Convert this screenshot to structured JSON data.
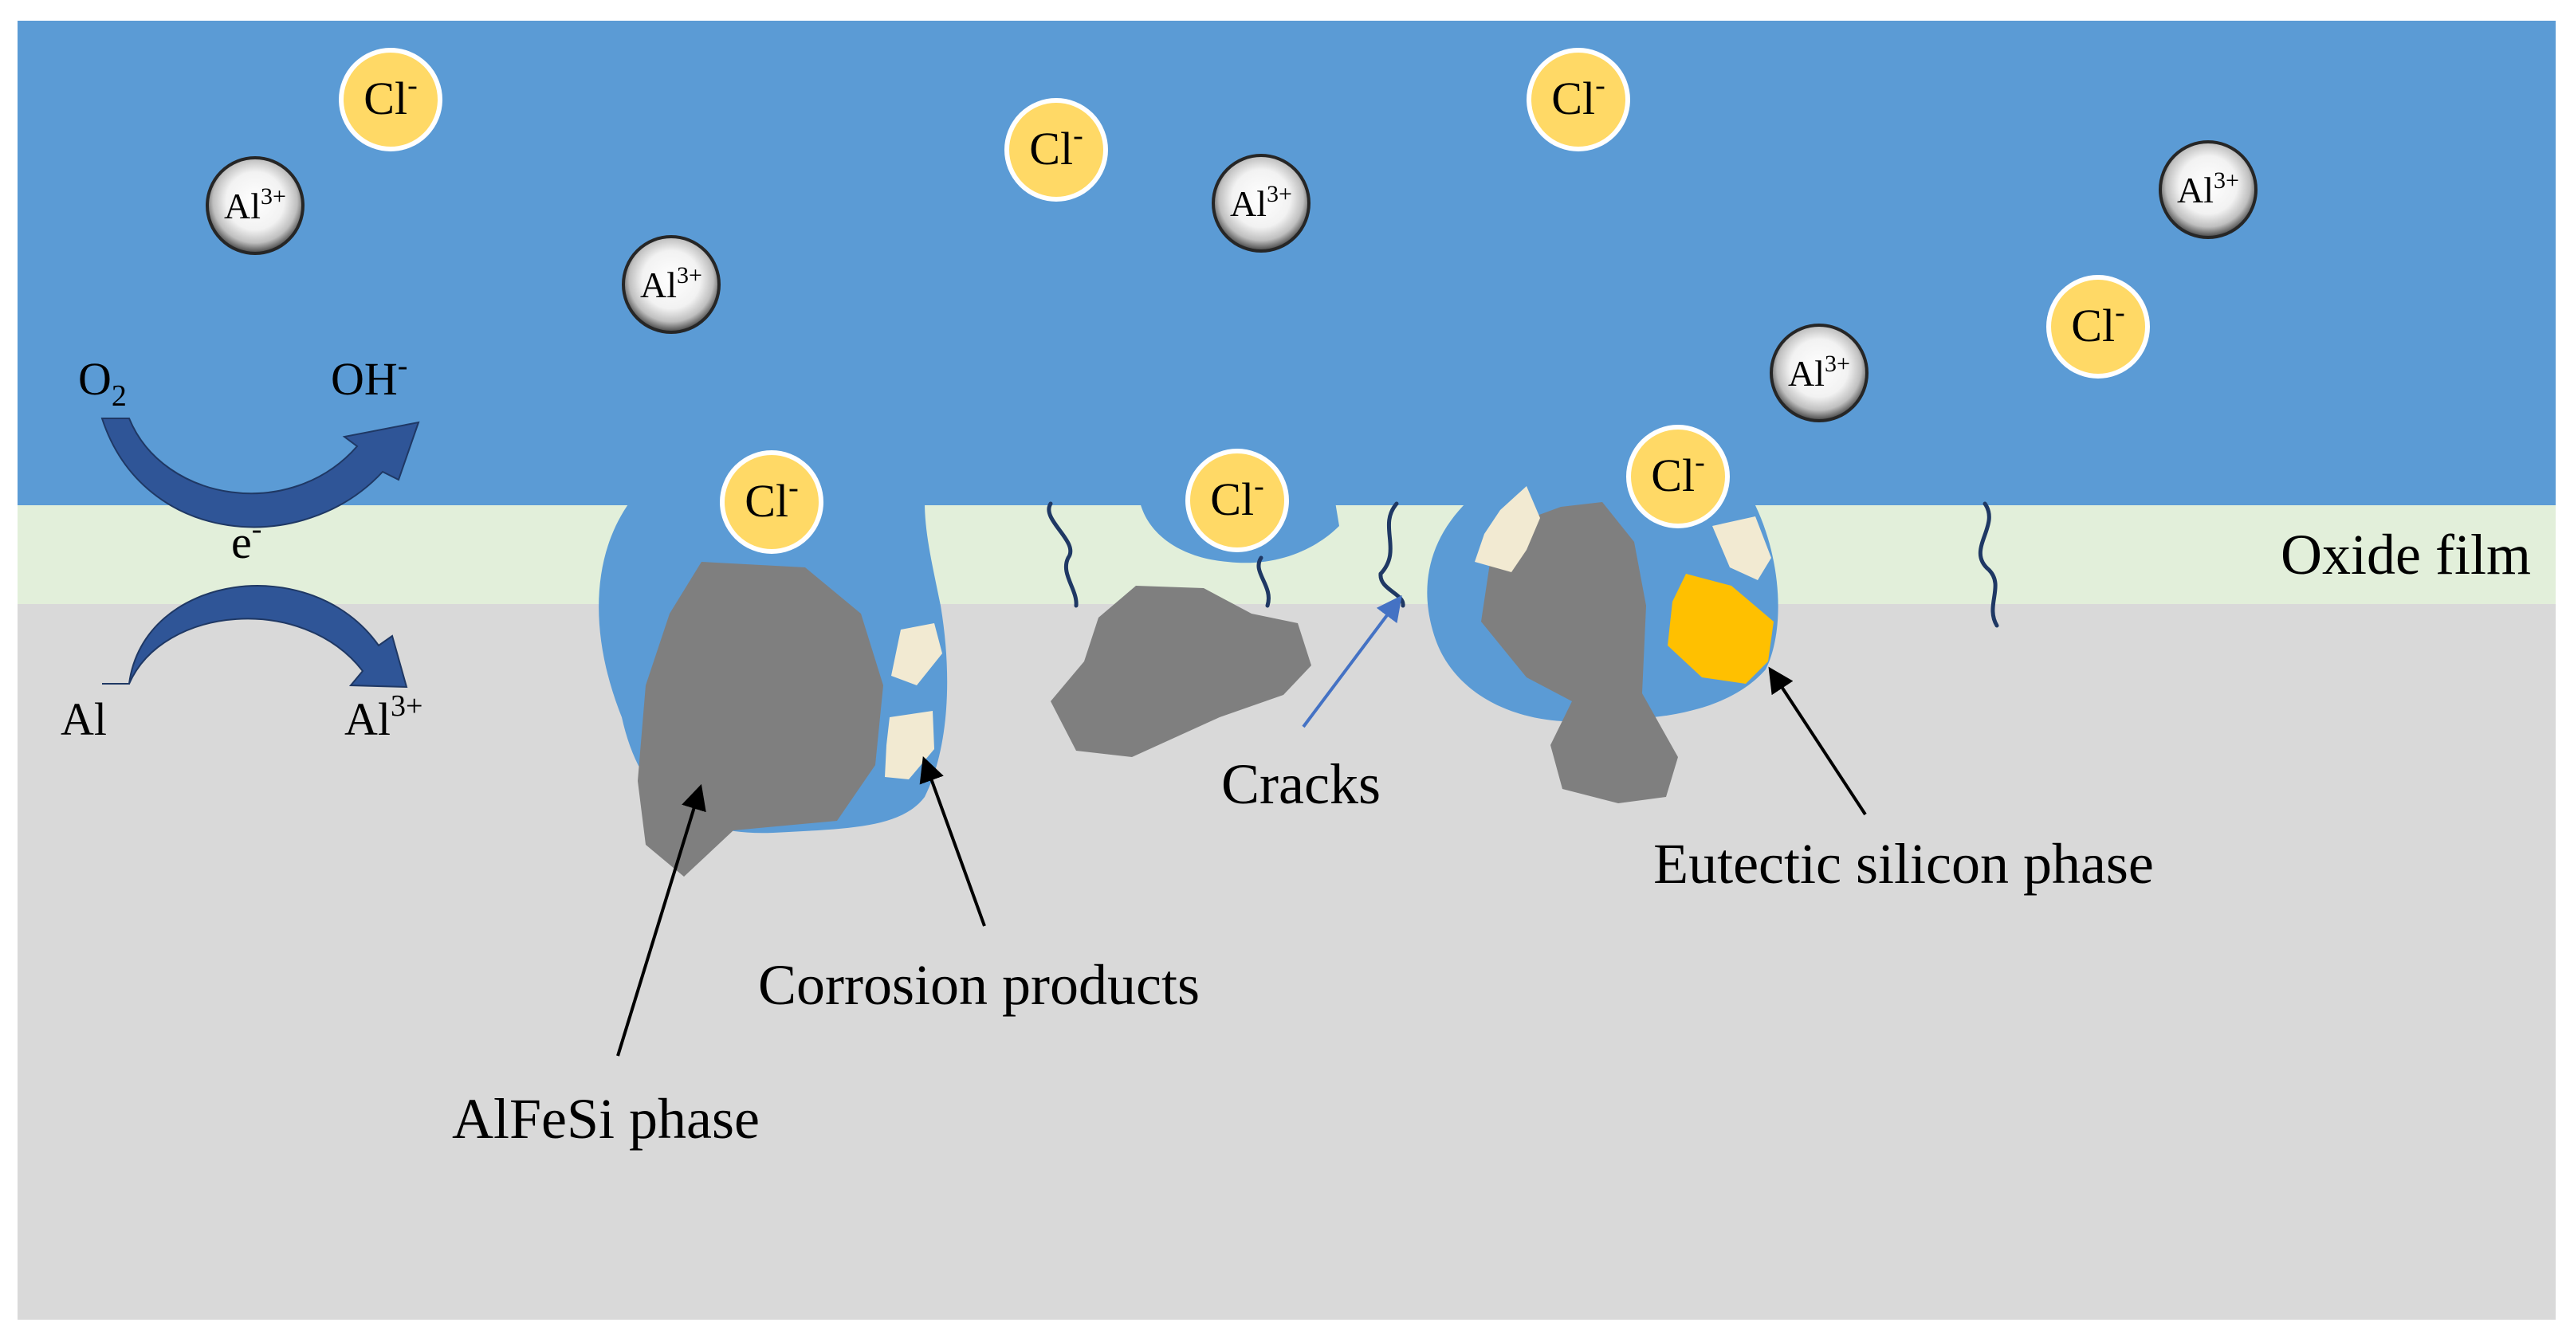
{
  "colors": {
    "solution": "#5b9bd5",
    "oxide_film": "#e2efda",
    "substrate": "#d9d9d9",
    "alfesi": "#7f7f7f",
    "corrosion_products": "#f2ead2",
    "eutectic_si": "#ffc000",
    "cl_ion_fill": "#ffd966",
    "al_ion_fill": "#ffffff",
    "reaction_arrow": "#2f5597",
    "crack_line": "#1f3864",
    "annotation_arrow": "#000000",
    "crack_arrow": "#4472c4"
  },
  "ions": {
    "cl_label": "Cl",
    "cl_charge": "-",
    "al_label": "Al",
    "al_charge": "3+"
  },
  "reactions": {
    "o2_base": "O",
    "o2_sub": "2",
    "oh_base": "OH",
    "oh_sup": "-",
    "electron_base": "e",
    "electron_sup": "-",
    "al_label": "Al",
    "al3_base": "Al",
    "al3_sup": "3+"
  },
  "labels": {
    "oxide_film": "Oxide film",
    "cracks": "Cracks",
    "corrosion_products": "Corrosion products",
    "alfesi_phase": "AlFeSi phase",
    "eutectic_si_phase": "Eutectic silicon phase"
  }
}
